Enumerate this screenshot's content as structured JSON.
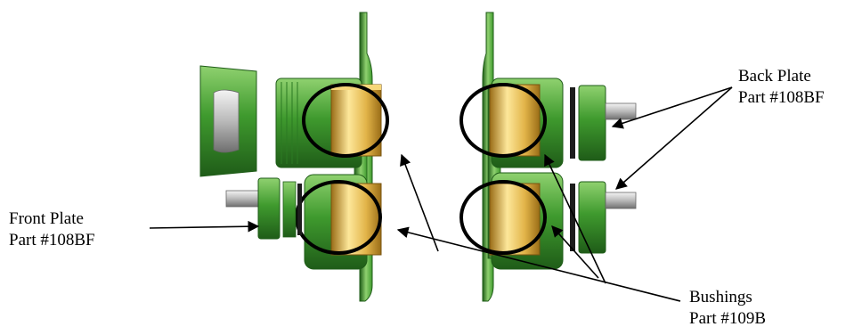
{
  "labels": {
    "back_plate": {
      "title": "Back Plate",
      "part": "Part #108BF"
    },
    "front_plate": {
      "title": "Front Plate",
      "part": "Part #108BF"
    },
    "bushings": {
      "title": "Bushings",
      "part": "Part #109B"
    }
  },
  "colors": {
    "plate_green": "#3f9a2e",
    "plate_light": "#8fd16f",
    "plate_dark": "#1f5c18",
    "bushing_gold": "#e2b449",
    "bushing_light": "#fde79a",
    "bushing_dark": "#9a6d17",
    "fitting_silver": "#c9c9c9",
    "callout": "#000000"
  }
}
